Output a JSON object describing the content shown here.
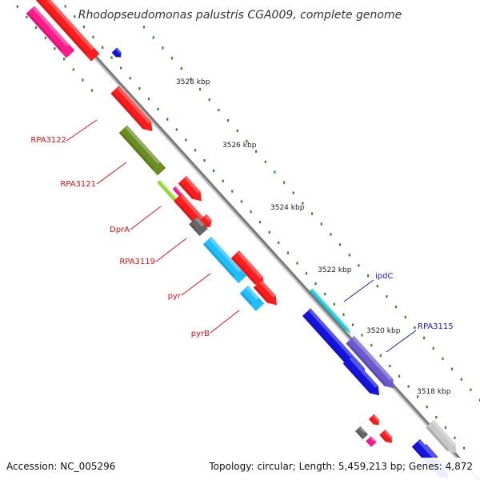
{
  "title": "Rhodopseudomonas palustris CGA009, complete genome",
  "footer": {
    "accession": "Accession: NC_005296",
    "topology": "Topology: circular; Length: 5,459,213 bp; Genes: 4,872"
  },
  "colors": {
    "label_red": "#dd1111",
    "label_blue": "#1a1acc",
    "tick_green": "#2a8a2a",
    "backbone": "#8c8c8c"
  },
  "kbp_ticks": [
    "3528 kbp",
    "3526 kbp",
    "3524 kbp",
    "3522 kbp",
    "3520 kbp",
    "3518 kbp"
  ],
  "gene_labels": [
    {
      "text": "RPA3122",
      "color": "#dd1111"
    },
    {
      "text": "RPA3121",
      "color": "#dd1111"
    },
    {
      "text": "DprA",
      "color": "#dd1111"
    },
    {
      "text": "RPA3119",
      "color": "#dd1111"
    },
    {
      "text": "pyr",
      "color": "#dd1111"
    },
    {
      "text": "pyrB",
      "color": "#dd1111"
    },
    {
      "text": "ipdC",
      "color": "#1a1acc"
    },
    {
      "text": "RPA3115",
      "color": "#1a1acc"
    }
  ],
  "features": [
    {
      "color": "#ff1c1c"
    },
    {
      "color": "#ff1a8c"
    },
    {
      "color": "#1414e0"
    },
    {
      "color": "#ff1c1c"
    },
    {
      "color": "#6b8e23"
    },
    {
      "color": "#ff1c1c"
    },
    {
      "color": "#ff1a8c"
    },
    {
      "color": "#9adf2f"
    },
    {
      "color": "#ff1c1c"
    },
    {
      "color": "#ff1c1c"
    },
    {
      "color": "#666666"
    },
    {
      "color": "#ff1c1c"
    },
    {
      "color": "#1fbfff"
    },
    {
      "color": "#ff1c1c"
    },
    {
      "color": "#1fbfff"
    },
    {
      "color": "#1414e0"
    },
    {
      "color": "#20d0e0"
    },
    {
      "color": "#1414e0"
    },
    {
      "color": "#6a5acd"
    },
    {
      "color": "#1414e0"
    },
    {
      "color": "#ff1c1c"
    },
    {
      "color": "#ff1c1c"
    },
    {
      "color": "#666666"
    },
    {
      "color": "#ff1a8c"
    },
    {
      "color": "#1414e0"
    },
    {
      "color": "#c8c8c8"
    }
  ]
}
